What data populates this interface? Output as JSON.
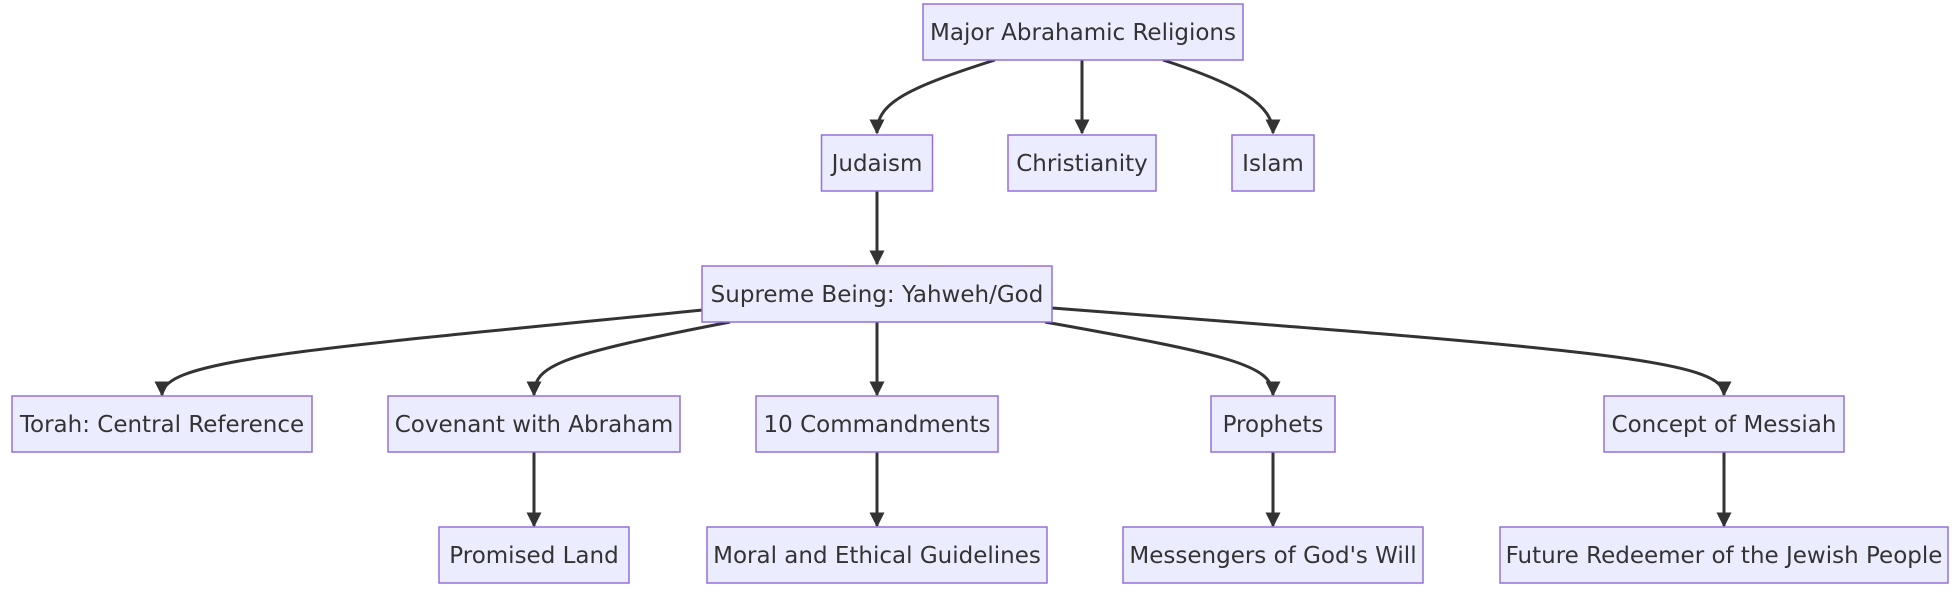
{
  "diagram": {
    "type": "flowchart-top-down",
    "colors": {
      "node_fill": "#ECECFF",
      "node_border": "#9370DB",
      "edge": "#333333",
      "text": "#333333",
      "background": "#FFFFFF"
    },
    "nodes": [
      {
        "id": "root",
        "label": "Major Abrahamic Religions"
      },
      {
        "id": "judaism",
        "label": "Judaism"
      },
      {
        "id": "christianity",
        "label": "Christianity"
      },
      {
        "id": "islam",
        "label": "Islam"
      },
      {
        "id": "supreme",
        "label": "Supreme Being: Yahweh/God"
      },
      {
        "id": "torah",
        "label": "Torah: Central Reference"
      },
      {
        "id": "covenant",
        "label": "Covenant with Abraham"
      },
      {
        "id": "commandments",
        "label": "10 Commandments"
      },
      {
        "id": "prophets",
        "label": "Prophets"
      },
      {
        "id": "messiah",
        "label": "Concept of Messiah"
      },
      {
        "id": "promised",
        "label": "Promised Land"
      },
      {
        "id": "moral",
        "label": "Moral and Ethical Guidelines"
      },
      {
        "id": "messengers",
        "label": "Messengers of God's Will"
      },
      {
        "id": "redeemer",
        "label": "Future Redeemer of the Jewish People"
      }
    ],
    "edges": [
      {
        "from": "root",
        "to": "judaism"
      },
      {
        "from": "root",
        "to": "christianity"
      },
      {
        "from": "root",
        "to": "islam"
      },
      {
        "from": "judaism",
        "to": "supreme"
      },
      {
        "from": "supreme",
        "to": "torah"
      },
      {
        "from": "supreme",
        "to": "covenant"
      },
      {
        "from": "supreme",
        "to": "commandments"
      },
      {
        "from": "supreme",
        "to": "prophets"
      },
      {
        "from": "supreme",
        "to": "messiah"
      },
      {
        "from": "covenant",
        "to": "promised"
      },
      {
        "from": "commandments",
        "to": "moral"
      },
      {
        "from": "prophets",
        "to": "messengers"
      },
      {
        "from": "messiah",
        "to": "redeemer"
      }
    ]
  }
}
